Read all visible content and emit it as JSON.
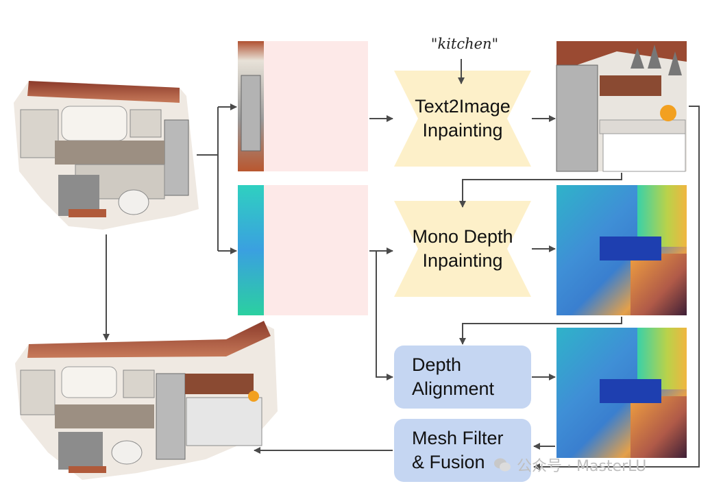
{
  "prompt_label": "\"kitchen\"",
  "blocks": {
    "text2image": {
      "line1": "Text2Image",
      "line2": "Inpainting"
    },
    "mono_depth": {
      "line1": "Mono Depth",
      "line2": "Inpainting"
    },
    "depth_alignment": {
      "line1": "Depth",
      "line2": "Alignment"
    },
    "mesh_filter": {
      "line1": "Mesh Filter",
      "line2": "& Fusion"
    }
  },
  "watermark": {
    "text": "公众号 · MasterLU"
  },
  "colors": {
    "hourglass_fill": "#fdf0c9",
    "rounded_fill": "#c5d6f2",
    "mask_fill": "#fde9e8",
    "arrow": "#4a4a4a"
  }
}
